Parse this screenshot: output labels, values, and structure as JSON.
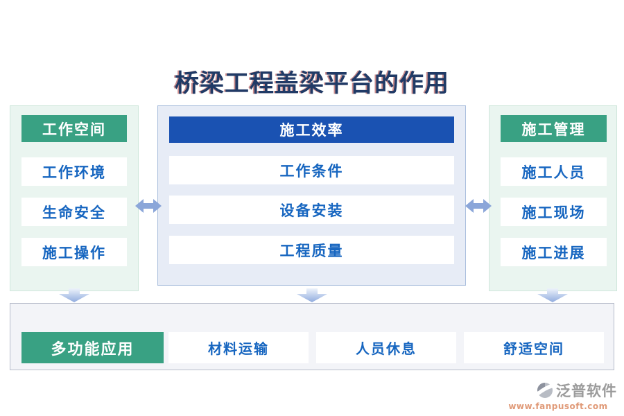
{
  "title": "桥梁工程盖梁平台的作用",
  "columns": {
    "left": {
      "header": "工作空间",
      "items": [
        "工作环境",
        "生命安全",
        "施工操作"
      ]
    },
    "middle": {
      "header": "施工效率",
      "items": [
        "工作条件",
        "设备安装",
        "工程质量"
      ]
    },
    "right": {
      "header": "施工管理",
      "items": [
        "施工人员",
        "施工现场",
        "施工进展"
      ]
    }
  },
  "bottom": {
    "highlight": "多功能应用",
    "items": [
      "材料运输",
      "人员休息",
      "舒适空间"
    ]
  },
  "watermark": {
    "brand": "泛普软件",
    "url": "www.fanpusoft.com"
  },
  "icons": {
    "lr_arrow": "left-right-arrow",
    "down_arrow": "down-arrow",
    "logo": "fanpu-logo"
  },
  "colors": {
    "green_header": "#39a183",
    "blue_header": "#1a52b2",
    "item_text_blue": "#1766c0",
    "title_navy": "#203a66",
    "arrow_blue": "#8ba6d9",
    "side_panel_bg": "#eaf5f0",
    "mid_panel_bg": "#e7ecf6",
    "bottom_panel_bg": "#f3f4f8",
    "url_orange": "#e09a78"
  }
}
